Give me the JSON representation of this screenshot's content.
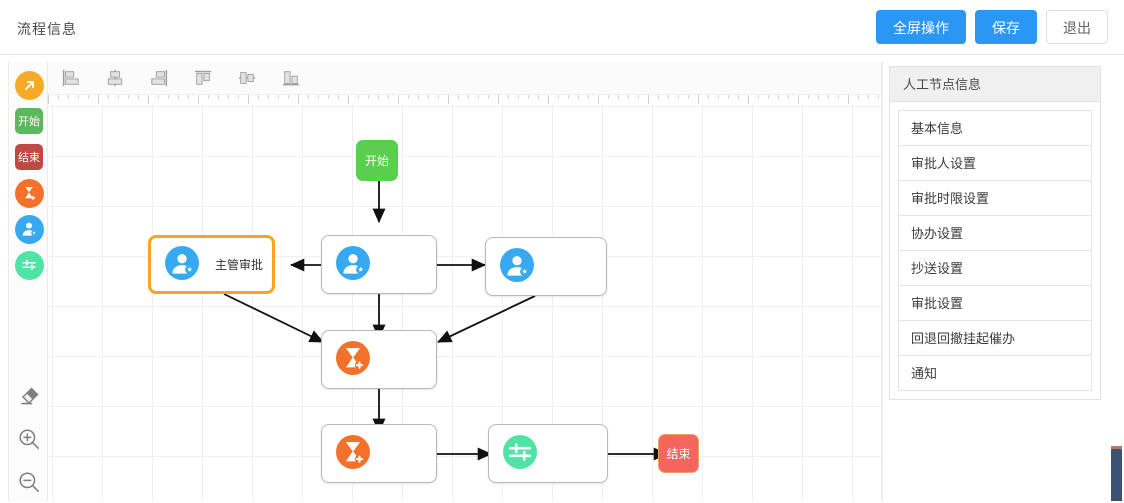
{
  "header": {
    "title": "流程信息",
    "buttons": [
      {
        "label": "全屏操作",
        "kind": "primary",
        "name": "fullscreen-button"
      },
      {
        "label": "保存",
        "kind": "primary",
        "name": "save-button"
      },
      {
        "label": "退出",
        "kind": "default",
        "name": "exit-button"
      }
    ]
  },
  "left_toolbar": {
    "tools": [
      {
        "name": "connector-arrow-tool",
        "icon": "arrow-up-right-icon",
        "label": "",
        "shape": "circle",
        "color": "#f7a928"
      },
      {
        "name": "start-node-tool",
        "icon": "start-icon",
        "label": "开始",
        "shape": "square",
        "color": "#5cb85c"
      },
      {
        "name": "end-node-tool",
        "icon": "end-icon",
        "label": "结束",
        "shape": "square",
        "color": "#bf4a45"
      },
      {
        "name": "timer-node-tool",
        "icon": "hourglass-plus-icon",
        "label": "",
        "shape": "circle",
        "color": "#f4712c"
      },
      {
        "name": "user-node-tool",
        "icon": "user-star-icon",
        "label": "",
        "shape": "circle",
        "color": "#36a9f0"
      },
      {
        "name": "condition-node-tool",
        "icon": "sliders-icon",
        "label": "",
        "shape": "circle",
        "color": "#4fe3a6"
      }
    ],
    "bottom_tools": [
      {
        "name": "eraser-tool",
        "icon": "eraser-icon"
      },
      {
        "name": "zoom-in-tool",
        "icon": "zoom-in-icon"
      },
      {
        "name": "zoom-out-tool",
        "icon": "zoom-out-icon"
      }
    ]
  },
  "canvas_toolbar": {
    "buttons": [
      {
        "name": "align-left-button",
        "icon": "align-left-icon"
      },
      {
        "name": "align-center-button",
        "icon": "align-center-horizontal-icon"
      },
      {
        "name": "align-right-button",
        "icon": "align-right-icon"
      },
      {
        "name": "align-top-button",
        "icon": "align-top-icon"
      },
      {
        "name": "align-middle-button",
        "icon": "align-middle-vertical-icon"
      },
      {
        "name": "align-bottom-button",
        "icon": "align-bottom-icon"
      }
    ]
  },
  "canvas": {
    "nodes": [
      {
        "id": "start",
        "type": "start",
        "label": "开始",
        "icon": "start-icon",
        "selected": false
      },
      {
        "id": "n_mgr",
        "type": "user",
        "label": "主管审批",
        "icon": "user-star-icon",
        "selected": true
      },
      {
        "id": "n_user1",
        "type": "user",
        "label": "",
        "icon": "user-star-icon",
        "selected": false
      },
      {
        "id": "n_user2",
        "type": "user",
        "label": "",
        "icon": "user-star-icon",
        "selected": false
      },
      {
        "id": "n_timer1",
        "type": "timer",
        "label": "",
        "icon": "hourglass-plus-icon",
        "selected": false
      },
      {
        "id": "n_timer2",
        "type": "timer",
        "label": "",
        "icon": "hourglass-plus-icon",
        "selected": false
      },
      {
        "id": "n_cond",
        "type": "condition",
        "label": "",
        "icon": "sliders-icon",
        "selected": false
      },
      {
        "id": "end",
        "type": "end",
        "label": "结束",
        "icon": "end-icon",
        "selected": false
      }
    ]
  },
  "right_panel": {
    "title": "人工节点信息",
    "items": [
      {
        "label": "基本信息",
        "name": "panel-item-basic-info"
      },
      {
        "label": "审批人设置",
        "name": "panel-item-approver-settings"
      },
      {
        "label": "审批时限设置",
        "name": "panel-item-approval-deadline-settings"
      },
      {
        "label": "协办设置",
        "name": "panel-item-cooperation-settings"
      },
      {
        "label": "抄送设置",
        "name": "panel-item-cc-settings"
      },
      {
        "label": "审批设置",
        "name": "panel-item-approval-settings"
      },
      {
        "label": "回退回撤挂起催办",
        "name": "panel-item-rollback-suspend-urge"
      },
      {
        "label": "通知",
        "name": "panel-item-notification"
      }
    ]
  },
  "colors": {
    "primary": "#2b97f5",
    "start_node": "#5ace4e",
    "end_node": "#f4655f",
    "timer_node": "#f4712c",
    "user_node": "#36a9f0",
    "condition_node": "#4fe3a6",
    "selection": "#f7a324"
  }
}
